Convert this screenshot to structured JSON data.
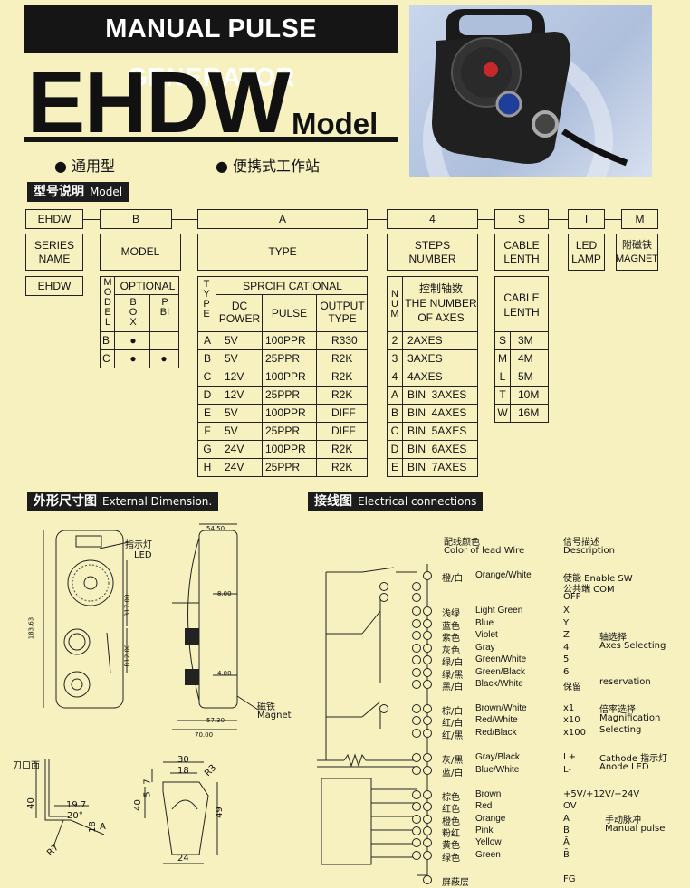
{
  "header": {
    "bar_title": "MANUAL PULSE GENERATOR",
    "model_big": "EHDW",
    "model_word": "Model"
  },
  "bullets": [
    "● 通用型",
    "● 便携式工作站"
  ],
  "section_model": {
    "title": "型号说明",
    "subtitle": "Model"
  },
  "code": {
    "parts": [
      "EHDW",
      "B",
      "A",
      "4",
      "S",
      "I",
      "M"
    ]
  },
  "labels": {
    "series": [
      "SERIES",
      "NAME"
    ],
    "model": "MODEL",
    "type": "TYPE",
    "steps": [
      "STEPS",
      "NUMBER"
    ],
    "cable": [
      "CABLE",
      "LENTH"
    ],
    "led": [
      "LED",
      "LAMP"
    ],
    "magnet": [
      "附磁铁",
      "MAGNET"
    ]
  },
  "series_value": "EHDW",
  "model_table": {
    "side": "MODEL",
    "optional": "OPTIONAL",
    "box": "BOX",
    "pbi": "PBI",
    "rows": [
      {
        "code": "B",
        "box": "●",
        "pbi": ""
      },
      {
        "code": "C",
        "box": "●",
        "pbi": "●"
      }
    ]
  },
  "type_table": {
    "side": "TYPE",
    "spec": "SPRCIFI CATIONAL",
    "dc": [
      "DC",
      "POWER"
    ],
    "pulse": "PULSE",
    "output": [
      "OUTPUT",
      "TYPE"
    ],
    "rows": [
      {
        "t": "A",
        "v": "5V",
        "p": "100PPR",
        "o": "R330"
      },
      {
        "t": "B",
        "v": "5V",
        "p": "25PPR",
        "o": "R2K"
      },
      {
        "t": "C",
        "v": "12V",
        "p": "100PPR",
        "o": "R2K"
      },
      {
        "t": "D",
        "v": "12V",
        "p": "25PPR",
        "o": "R2K"
      },
      {
        "t": "E",
        "v": "5V",
        "p": "100PPR",
        "o": "DIFF"
      },
      {
        "t": "F",
        "v": "5V",
        "p": "25PPR",
        "o": "DIFF"
      },
      {
        "t": "G",
        "v": "24V",
        "p": "100PPR",
        "o": "R2K"
      },
      {
        "t": "H",
        "v": "24V",
        "p": "25PPR",
        "o": "R2K"
      }
    ]
  },
  "axes_table": {
    "side": "NUM",
    "head": [
      "控制轴数",
      "THE NUMBER",
      "OF AXES"
    ],
    "rows": [
      {
        "k": "2",
        "v": "2AXES"
      },
      {
        "k": "3",
        "v": "3AXES"
      },
      {
        "k": "4",
        "v": "4AXES"
      },
      {
        "k": "A",
        "v": "BIN  3AXES"
      },
      {
        "k": "B",
        "v": "BIN  4AXES"
      },
      {
        "k": "C",
        "v": "BIN  5AXES"
      },
      {
        "k": "D",
        "v": "BIN  6AXES"
      },
      {
        "k": "E",
        "v": "BIN  7AXES"
      }
    ]
  },
  "cable_table": {
    "head": [
      "CABLE",
      "LENTH"
    ],
    "rows": [
      {
        "k": "S",
        "v": "3M"
      },
      {
        "k": "M",
        "v": "4M"
      },
      {
        "k": "L",
        "v": "5M"
      },
      {
        "k": "T",
        "v": "10M"
      },
      {
        "k": "W",
        "v": "16M"
      }
    ]
  },
  "section_dim": {
    "title": "外形尺寸图",
    "subtitle": "External Dimension."
  },
  "section_elec": {
    "title": "接线图",
    "subtitle": "Electrical connections"
  },
  "dims": {
    "led_cn": "指示灯",
    "led": "LED",
    "magnet_cn": "磁铁",
    "magnet": "Magnet",
    "blade": "刀口面",
    "v54": "54.50",
    "v8": "8.00",
    "v4": "4.00",
    "v57": "57.30",
    "v70": "70.00",
    "v183": "183.63",
    "r17": "R17.00",
    "r12": "R12.00",
    "b30": "30",
    "b18": "18",
    "r3": "R3",
    "b7": "7",
    "b5": "5",
    "b40a": "40",
    "b40b": "40",
    "b49": "49",
    "b24": "24",
    "s197": "19.7",
    "s20": "20°",
    "s18": "18",
    "sA": "A",
    "sR7": "R7"
  },
  "wiring": {
    "col_head_cn": "配线颜色",
    "col_head_en": "Color of lead Wire",
    "sig_head_cn": "信号描述",
    "sig_head_en": "Description",
    "rows": [
      {
        "cn": "橙/白",
        "en": "Orange/White",
        "sig": "使能  Enable SW"
      },
      {
        "cn": "",
        "en": "",
        "sig": "公共端   COM"
      },
      {
        "cn": "",
        "en": "",
        "sig": "OFF"
      },
      {
        "cn": "浅绿",
        "en": "Light Green",
        "sig": "X"
      },
      {
        "cn": "蓝色",
        "en": "Blue",
        "sig": "Y"
      },
      {
        "cn": "紫色",
        "en": "Violet",
        "sig": "Z"
      },
      {
        "cn": "灰色",
        "en": "Gray",
        "sig": "4"
      },
      {
        "cn": "绿/白",
        "en": "Green/White",
        "sig": "5"
      },
      {
        "cn": "绿/黑",
        "en": "Green/Black",
        "sig": "6"
      },
      {
        "cn": "黑/白",
        "en": "Black/White",
        "sig": "保留"
      },
      {
        "cn": "棕/白",
        "en": "Brown/White",
        "sig": "x1"
      },
      {
        "cn": "红/白",
        "en": "Red/White",
        "sig": "x10"
      },
      {
        "cn": "红/黑",
        "en": "Red/Black",
        "sig": "x100"
      },
      {
        "cn": "灰/黑",
        "en": "Gray/Black",
        "sig": "L+"
      },
      {
        "cn": "蓝/白",
        "en": "Blue/White",
        "sig": "L-"
      },
      {
        "cn": "棕色",
        "en": "Brown",
        "sig": "+5V/+12V/+24V"
      },
      {
        "cn": "红色",
        "en": "Red",
        "sig": "OV"
      },
      {
        "cn": "橙色",
        "en": "Orange",
        "sig": "A"
      },
      {
        "cn": "粉红",
        "en": "Pink",
        "sig": "B"
      },
      {
        "cn": "黄色",
        "en": "Yellow",
        "sig": "Ā"
      },
      {
        "cn": "绿色",
        "en": "Green",
        "sig": "B̄"
      },
      {
        "cn": "屏蔽层",
        "en": "",
        "sig": "FG"
      }
    ],
    "notes": {
      "axes_cn": "轴选择",
      "axes_en": "Axes Selecting",
      "reserv": "reservation",
      "mag_cn": "倍率选择",
      "mag_en": "Magnification",
      "mag_en2": "Selecting",
      "cathode": "Cathode 指示灯",
      "anode": "Anode    LED",
      "pulse_cn": "手动脉冲",
      "pulse_en": "Manual pulse"
    }
  }
}
